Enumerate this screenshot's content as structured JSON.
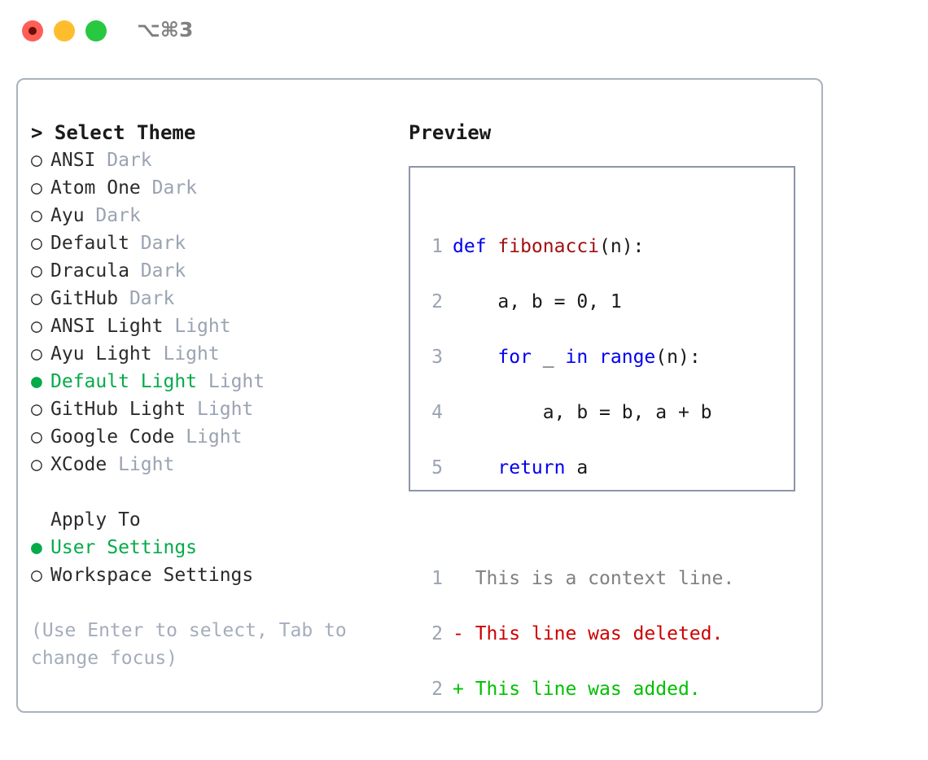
{
  "titlebar": {
    "lights": [
      {
        "name": "close-button",
        "color": "#ff5f57"
      },
      {
        "name": "minimize-button",
        "color": "#ffbd2e"
      },
      {
        "name": "maximize-button",
        "color": "#28c840"
      }
    ],
    "shortcut": "⌥⌘3"
  },
  "colors": {
    "selected_green": "#04ab4a",
    "muted": "#9aa3b2",
    "keyword_blue": "#0000ee",
    "function_red": "#a01010",
    "diff_deleted": "#cc0000",
    "diff_added": "#00c000",
    "border": "#aab2bd",
    "preview_border": "#8b96a8"
  },
  "theme_picker": {
    "header": "> Select Theme",
    "items": [
      {
        "marker": "○",
        "name": "ANSI",
        "tag": "Dark",
        "selected": false
      },
      {
        "marker": "○",
        "name": "Atom One",
        "tag": "Dark",
        "selected": false
      },
      {
        "marker": "○",
        "name": "Ayu",
        "tag": "Dark",
        "selected": false
      },
      {
        "marker": "○",
        "name": "Default",
        "tag": "Dark",
        "selected": false
      },
      {
        "marker": "○",
        "name": "Dracula",
        "tag": "Dark",
        "selected": false
      },
      {
        "marker": "○",
        "name": "GitHub",
        "tag": "Dark",
        "selected": false
      },
      {
        "marker": "○",
        "name": "ANSI Light",
        "tag": "Light",
        "selected": false
      },
      {
        "marker": "○",
        "name": "Ayu Light",
        "tag": "Light",
        "selected": false
      },
      {
        "marker": "●",
        "name": "Default Light",
        "tag": "Light",
        "selected": true
      },
      {
        "marker": "○",
        "name": "GitHub Light",
        "tag": "Light",
        "selected": false
      },
      {
        "marker": "○",
        "name": "Google Code",
        "tag": "Light",
        "selected": false
      },
      {
        "marker": "○",
        "name": "XCode",
        "tag": "Light",
        "selected": false
      }
    ]
  },
  "apply_to": {
    "header": "Apply To",
    "items": [
      {
        "marker": "●",
        "name": "User Settings",
        "selected": true
      },
      {
        "marker": "○",
        "name": "Workspace Settings",
        "selected": false
      }
    ]
  },
  "hint": "(Use Enter to select, Tab to change focus)",
  "preview": {
    "title": "Preview",
    "code_lines": [
      {
        "number": "1",
        "tokens": [
          {
            "text": "def ",
            "style": "kw"
          },
          {
            "text": "fibonacci",
            "style": "fn"
          },
          {
            "text": "(n):",
            "style": "pl"
          }
        ]
      },
      {
        "number": "2",
        "tokens": [
          {
            "text": "    a, b = 0, 1",
            "style": "pl"
          }
        ]
      },
      {
        "number": "3",
        "tokens": [
          {
            "text": "    ",
            "style": "pl"
          },
          {
            "text": "for",
            "style": "kw"
          },
          {
            "text": " _ ",
            "style": "pl"
          },
          {
            "text": "in",
            "style": "kw"
          },
          {
            "text": " ",
            "style": "pl"
          },
          {
            "text": "range",
            "style": "kw"
          },
          {
            "text": "(n):",
            "style": "pl"
          }
        ]
      },
      {
        "number": "4",
        "tokens": [
          {
            "text": "        a, b = b, a + b",
            "style": "pl"
          }
        ]
      },
      {
        "number": "5",
        "tokens": [
          {
            "text": "    ",
            "style": "pl"
          },
          {
            "text": "return",
            "style": "kw"
          },
          {
            "text": " a",
            "style": "pl"
          }
        ]
      }
    ],
    "diff_lines": [
      {
        "number": "1",
        "text": "  This is a context line.",
        "style": "ctx"
      },
      {
        "number": "2",
        "text": "- This line was deleted.",
        "style": "del"
      },
      {
        "number": "2",
        "text": "+ This line was added.",
        "style": "add"
      }
    ]
  }
}
